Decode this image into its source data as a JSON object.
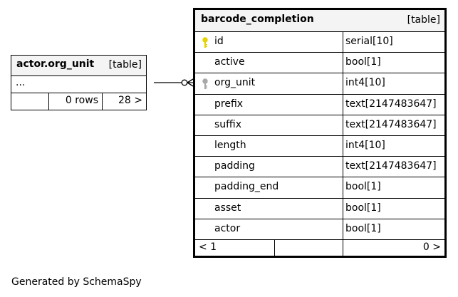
{
  "actor_table": {
    "name": "actor.org_unit",
    "kind": "[table]",
    "ellipsis": "...",
    "footer": {
      "cell1": "",
      "rows": "0 rows",
      "children": "28 >"
    }
  },
  "barcode_table": {
    "name": "barcode_completion",
    "kind": "[table]",
    "columns": [
      {
        "name": "id",
        "type": "serial[10]",
        "key": "primary"
      },
      {
        "name": "active",
        "type": "bool[1]",
        "key": "none"
      },
      {
        "name": "org_unit",
        "type": "int4[10]",
        "key": "foreign"
      },
      {
        "name": "prefix",
        "type": "text[2147483647]",
        "key": "none"
      },
      {
        "name": "suffix",
        "type": "text[2147483647]",
        "key": "none"
      },
      {
        "name": "length",
        "type": "int4[10]",
        "key": "none"
      },
      {
        "name": "padding",
        "type": "text[2147483647]",
        "key": "none"
      },
      {
        "name": "padding_end",
        "type": "bool[1]",
        "key": "none"
      },
      {
        "name": "asset",
        "type": "bool[1]",
        "key": "none"
      },
      {
        "name": "actor",
        "type": "bool[1]",
        "key": "none"
      }
    ],
    "footer": {
      "parents": "< 1",
      "middle": "",
      "children": "0 >"
    }
  },
  "colors": {
    "primary_key_icon": "#e6d200",
    "foreign_key_icon": "#a8a8a8",
    "header_bg": "#f4f4f4",
    "border": "#000000"
  },
  "footer_text": "Generated by SchemaSpy"
}
